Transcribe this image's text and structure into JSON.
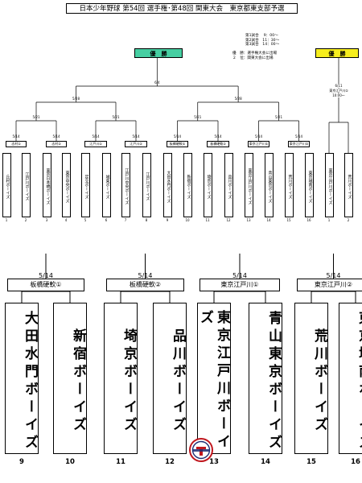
{
  "title": "日本少年野球 第54回 選手権･第48回 関東大会　東京都東支部予選",
  "notes": {
    "schedule": [
      "第1試合　 9：00～",
      "第2試合　11：30～",
      "第3試合　14：00～"
    ],
    "qualify": [
      "優　勝：選手権大会に出場",
      "２　位：関東大会に出場"
    ]
  },
  "winner_label": "優　勝",
  "main_bracket": {
    "final_date": "6/4",
    "semifinal_dates": [
      "5/28",
      "5/28"
    ],
    "qf_dates": [
      "5/21",
      "5/21",
      "5/21",
      "5/21"
    ],
    "r1": [
      {
        "date": "5/14",
        "venue": "志村①"
      },
      {
        "date": "5/14",
        "venue": "志村②"
      },
      {
        "date": "5/14",
        "venue": "江戸川①"
      },
      {
        "date": "5/14",
        "venue": "江戸川②"
      },
      {
        "date": "5/14",
        "venue": "板橋硬軟①"
      },
      {
        "date": "5/14",
        "venue": "板橋硬軟②"
      },
      {
        "date": "5/14",
        "venue": "東京江戸川①"
      },
      {
        "date": "5/14",
        "venue": "東京江戸川②"
      }
    ],
    "teams": [
      "丘村ボーイズ",
      "江戸川ボーイズ",
      "東京日本橋ボーイズ",
      "東京中央ボーイズ",
      "足立ボーイズ",
      "城東ボーイズ",
      "江戸川中央ボーイズ",
      "江戸川ボーイズ",
      "大田水門ボーイズ",
      "新宿ボーイズ",
      "埼京ボーイズ",
      "品川ボーイズ",
      "東京江戸川ボーイズ",
      "青山東京ボーイズ",
      "荒川ボーイズ",
      "東京城南ボーイズ"
    ],
    "numbers": [
      "1",
      "2",
      "3",
      "4",
      "5",
      "6",
      "7",
      "8",
      "9",
      "10",
      "11",
      "12",
      "13",
      "14",
      "15",
      "16"
    ]
  },
  "side_bracket": {
    "date": "6/11",
    "venue": "東京江戸川①",
    "time": "10:00～",
    "teams": [
      "東京江戸川ボーイズ",
      "荒川ボーイズ"
    ],
    "numbers": [
      "1",
      "2"
    ]
  },
  "zoom": {
    "groups": [
      {
        "date": "5/14",
        "venue": "板橋硬軟①"
      },
      {
        "date": "5/14",
        "venue": "板橋硬軟②"
      },
      {
        "date": "5/14",
        "venue": "東京江戸川①"
      },
      {
        "date": "5/14",
        "venue": "東京江戸川②"
      }
    ],
    "teams": [
      "大田水門ボーイズ",
      "新宿ボーイズ",
      "埼京ボーイズ",
      "品川ボーイズ",
      "東京江戸川ボーイズ",
      "青山東京ボーイズ",
      "荒川ボーイズ",
      "東京城南ボーイズ"
    ],
    "numbers": [
      "9",
      "10",
      "11",
      "12",
      "13",
      "14",
      "15",
      "16"
    ],
    "logo_text": "TOKYO EDOGAWA"
  }
}
